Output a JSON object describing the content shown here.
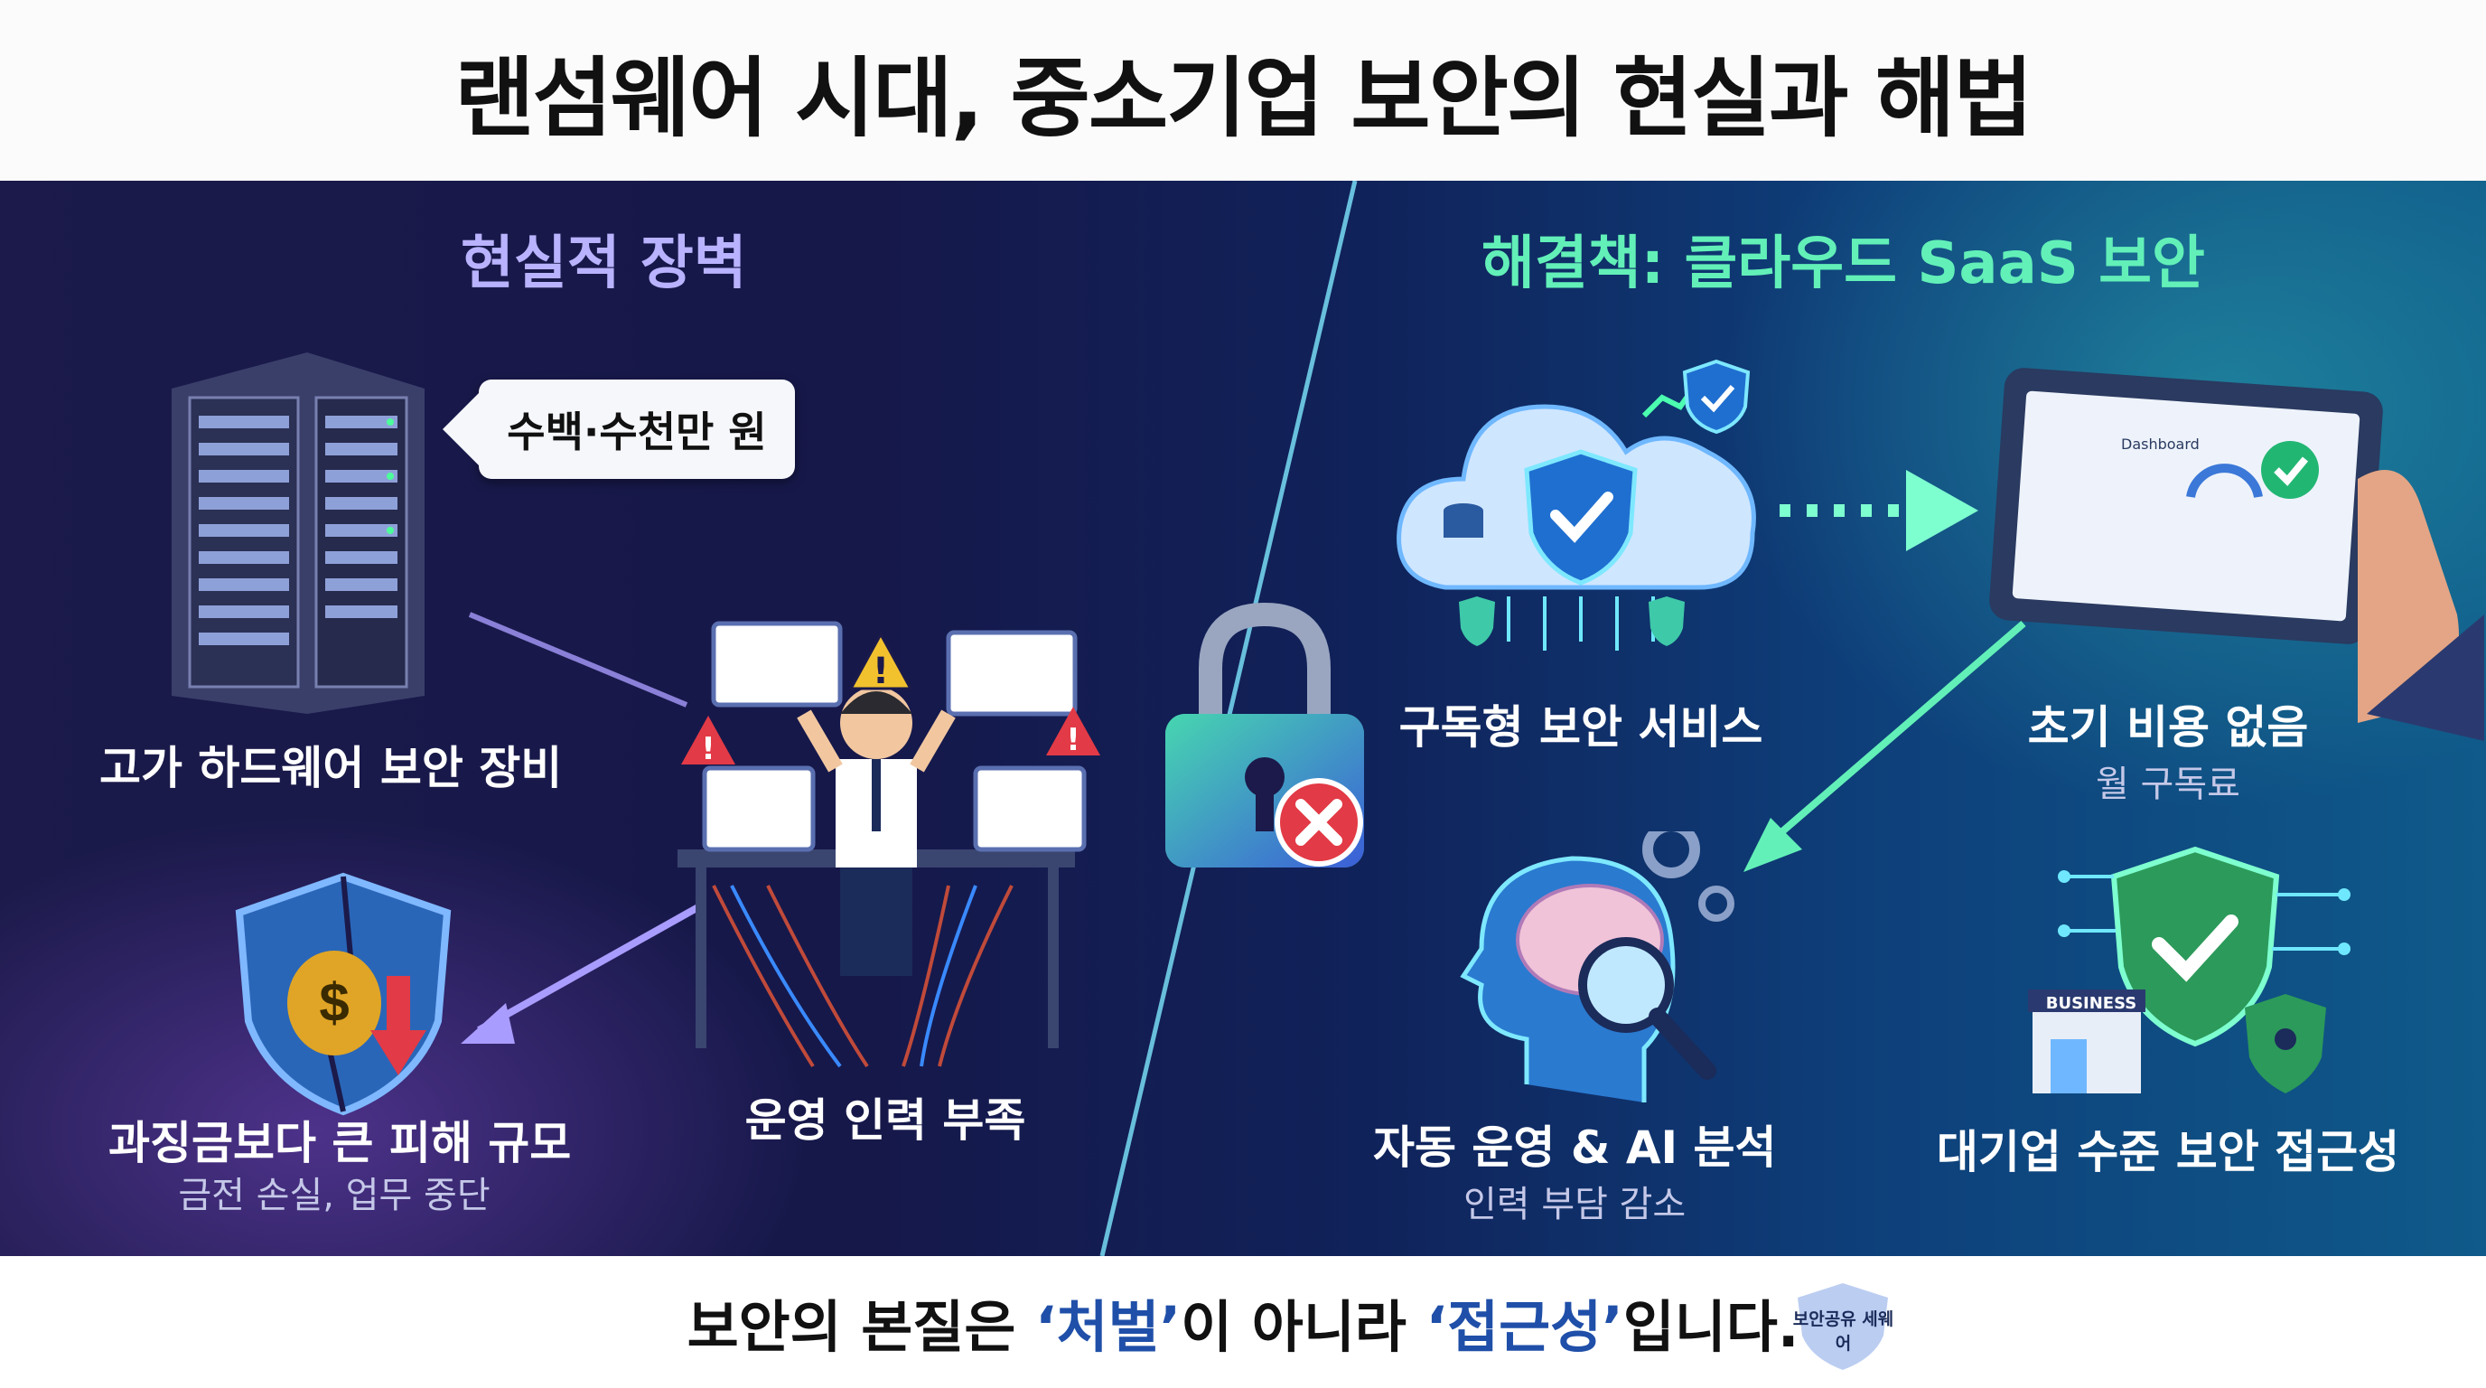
{
  "title": "랜섬웨어 시대, 중소기업 보안의 현실과 해법",
  "left": {
    "heading": "현실적 장벽",
    "price_tag": "수백·수천만 원",
    "hardware_label": "고가 하드웨어 보안 장비",
    "damage_label": "과징금보다 큰 피해 규모",
    "damage_sub": "금전 손실, 업무 중단",
    "staff_label": "운영 인력 부족"
  },
  "right": {
    "heading": "해결책: 클라우드 SaaS 보안",
    "subscription_label": "구독형 보안 서비스",
    "cost_label": "초기 비용 없음",
    "cost_sub": "월 구독료",
    "ai_label": "자동 운영 & AI 분석",
    "ai_sub": "인력 부담 감소",
    "enterprise_label": "대기업 수준 보안 접근성",
    "dashboard_title": "Dashboard",
    "business_sign": "BUSINESS"
  },
  "footer": {
    "text_before": "보안의 본질은 ",
    "highlight1": "‘처벌’",
    "text_mid": "이 아니라 ",
    "highlight2": "‘접근성’",
    "text_after": "입니다.",
    "badge_text": "보안공유 세웨어"
  },
  "colors": {
    "left_accent": "#b9b3ff",
    "right_accent": "#62f0b8",
    "highlight": "#1f4fa8",
    "danger": "#e23a46",
    "warning": "#f2c12e"
  }
}
